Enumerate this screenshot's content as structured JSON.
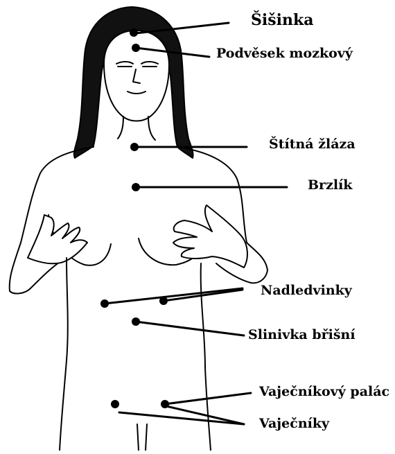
{
  "labels": {
    "sisinka": "Šišinka",
    "podvesek": "Podvěsek mozkový",
    "stitna": "Štítná žláza",
    "brzlik": "Brzlík",
    "nadledvinky": "Nadledvinky",
    "slinivka": "Slinivka břišní",
    "palac": "Vaječníkový palác",
    "vajecniky": "Vaječníky"
  },
  "colors": {
    "ink": "#000000",
    "paper": "#ffffff"
  }
}
